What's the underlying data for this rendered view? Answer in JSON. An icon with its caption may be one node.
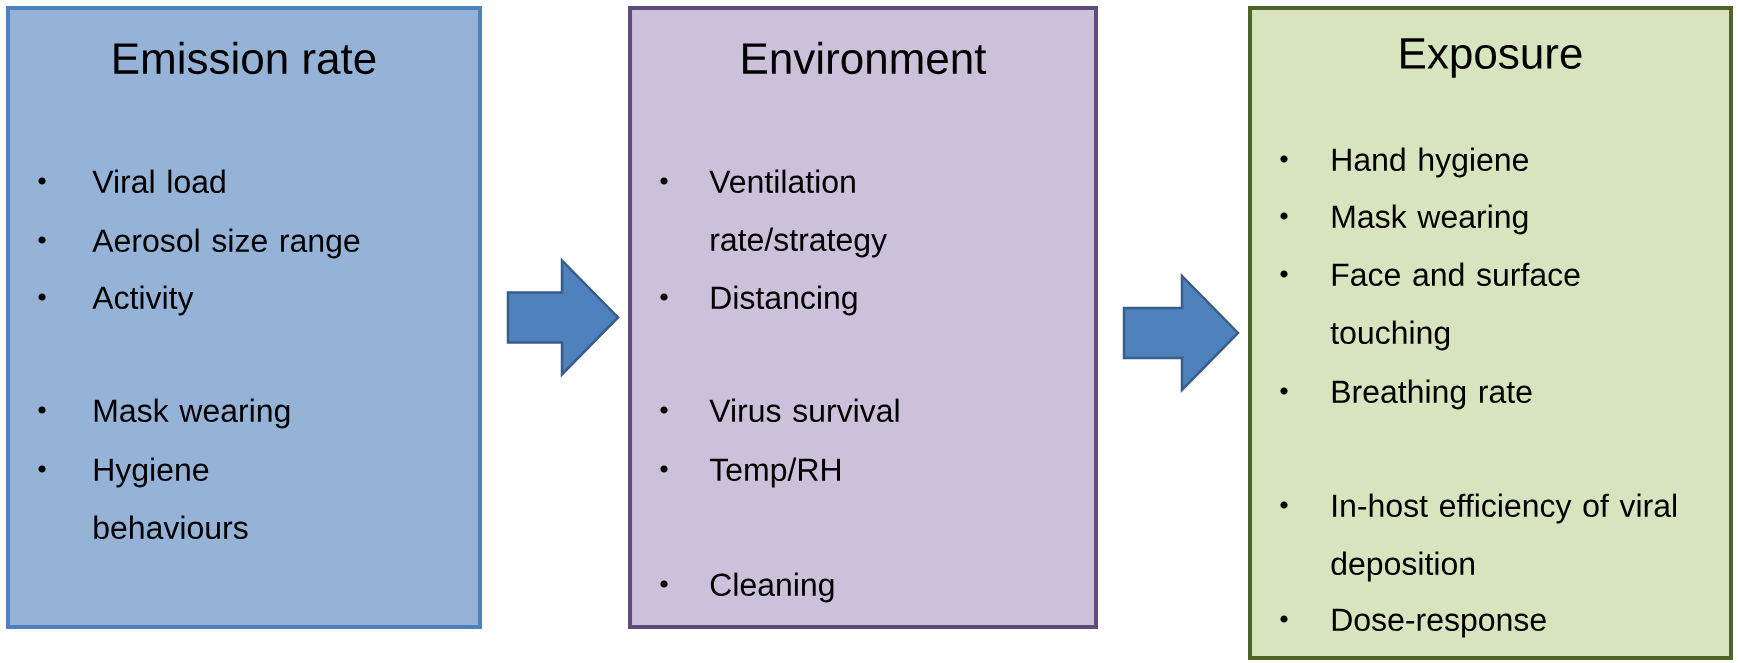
{
  "diagram": {
    "nodes": [
      {
        "text": [
          "Emission rate",
          "Viral load",
          "Aerosol size range",
          "Activity",
          "Mask wearing",
          "Hygiene behaviours"
        ]
      },
      {
        "text": [
          "Environment",
          "Ventilation rate/strategy",
          "Distancing",
          "Virus survival",
          "Temp/RH",
          "Cleaning"
        ]
      },
      {
        "text": [
          "Exposure",
          "Hand hygiene",
          "Mask wearing",
          "Face and surface touching",
          "Breathing rate",
          "In-host efficiency of viral deposition",
          "Dose-response"
        ]
      }
    ],
    "edges": [
      {
        "from": 0,
        "to": 1,
        "arrow": "to"
      },
      {
        "from": 1,
        "to": 2,
        "arrow": "to"
      }
    ]
  }
}
